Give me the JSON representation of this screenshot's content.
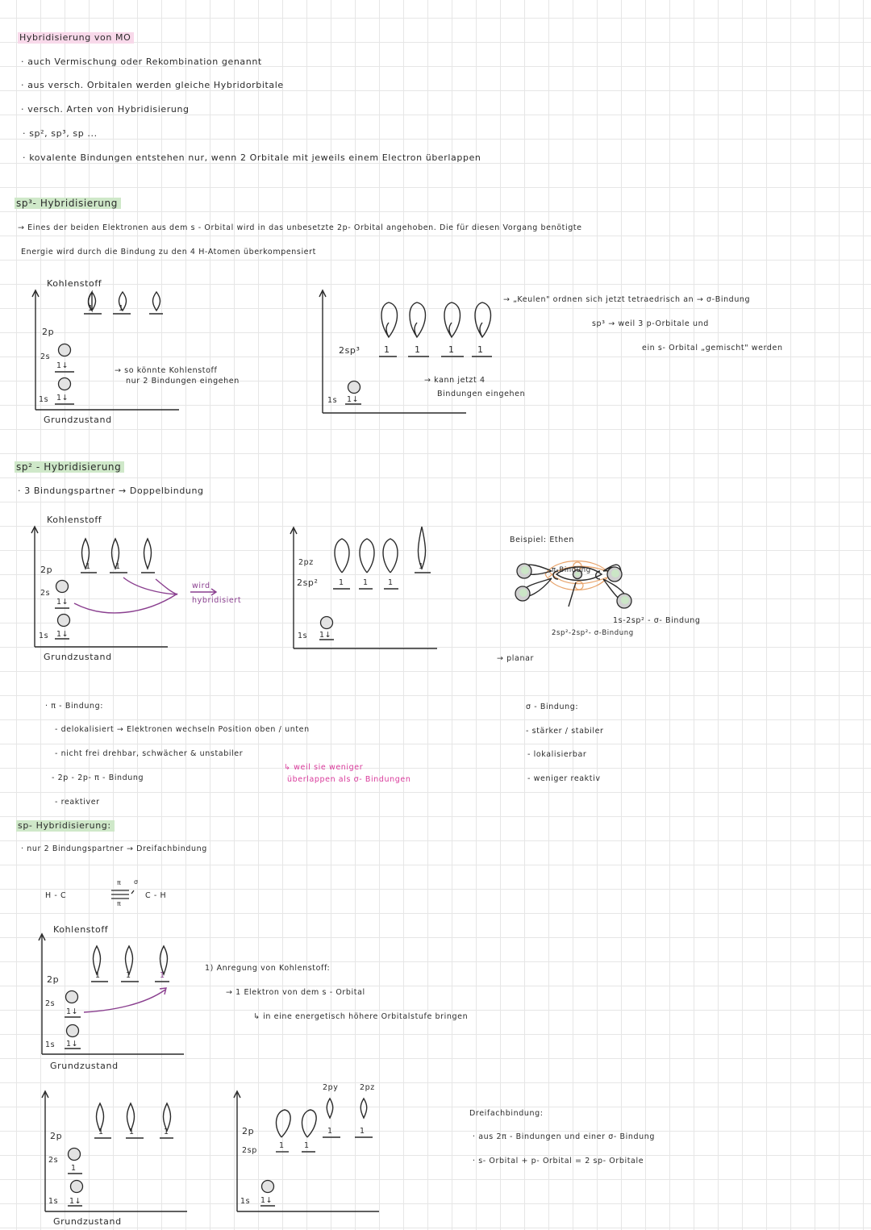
{
  "intro": {
    "title": "Hybridisierung von MO",
    "bullets": [
      "· auch Vermischung oder Rekombination   genannt",
      "· aus versch. Orbitalen werden   gleiche   Hybridorbitale",
      "· versch. Arten von  Hybridisierung",
      "· sp², sp³, sp ...",
      "· kovalente Bindungen entstehen nur, wenn  2 Orbitale  mit  jeweils  einem  Electron  überlappen"
    ]
  },
  "sp3": {
    "title": "sp³- Hybridisierung",
    "line1": "→ Eines der beiden Elektronen aus dem s - Orbital  wird in  das unbesetzte  2p- Orbital   angehoben. Die  für  diesen  Vorgang  benötigte",
    "line2": "Energie wird durch die  Bindung  zu  den  4  H-Atomen  überkompensiert",
    "diagram1": {
      "title": "Kohlenstoff",
      "label_2p": "2p",
      "label_2s": "2s",
      "label_1s": "1s",
      "p_electrons": [
        "1",
        "1",
        ""
      ],
      "s2": "1↓",
      "s1": "1↓",
      "caption": "Grundzustand",
      "note_line1": "→ so könnte  Kohlenstoff",
      "note_line2": "nur 2 Bindungen eingehen"
    },
    "diagram2": {
      "label_hybrid": "2sp³",
      "hybrid_electrons": [
        "1",
        "1",
        "1",
        "1"
      ],
      "label_1s": "1s",
      "s1": "1↓",
      "note_line1": "→ kann jetzt  4",
      "note_line2": "Bindungen eingehen"
    },
    "right_note1": "→ „Keulen\"  ordnen  sich  jetzt  tetraedrisch  an → σ-Bindung",
    "right_note2": "sp³ →   weil   3  p-Orbitale   und",
    "right_note3": "ein  s-  Orbital  „gemischt\"  werden"
  },
  "sp2": {
    "title": "sp² - Hybridisierung",
    "bullet": "· 3  Bindungspartner   →  Doppelbindung",
    "diagram1": {
      "title": "Kohlenstoff",
      "label_2p": "2p",
      "label_2s": "2s",
      "label_1s": "1s",
      "p_electrons": [
        "1",
        "1",
        ""
      ],
      "s2": "1↓",
      "s1": "1↓",
      "caption": "Grundzustand",
      "arrow_label1": "wird",
      "arrow_label2": "hybridisiert"
    },
    "diagram2": {
      "label_2pz": "2pz",
      "label_hybrid": "2sp²",
      "hybrid_electrons": [
        "1",
        "1",
        "1"
      ],
      "pz_electron": "1",
      "label_1s": "1s",
      "s1": "1↓"
    },
    "example": {
      "title": "Beispiel:  Ethen",
      "pi_label": "π-Bindung",
      "sigma_cc_label": "2sp²-2sp²- σ-Bindung",
      "sigma_ch_label": "1s-2sp² - σ- Bindung",
      "planar": "→  planar"
    },
    "pi_list": {
      "title": "· π - Bindung:",
      "items": [
        "- delokalisiert   →  Elektronen  wechseln  Position  oben / unten",
        "- nicht  frei  drehbar,  schwächer & unstabiler",
        "- 2p - 2p-  π - Bindung",
        "- reaktiver"
      ],
      "note_line1": "↳ weil  sie  weniger",
      "note_line2": "überlappen  als  σ- Bindungen"
    },
    "sigma_list": {
      "title": "σ - Bindung:",
      "items": [
        "-  stärker / stabiler",
        "-  lokalisierbar",
        "- weniger  reaktiv"
      ]
    }
  },
  "sp": {
    "title": "sp- Hybridisierung:",
    "bullet": "· nur  2  Bindungspartner →  Dreifachbindung",
    "formula": {
      "left": "H   -   C",
      "right": "C   -   H",
      "pi_top": "π",
      "pi_bottom": "π",
      "sigma": "σ"
    },
    "diagram1": {
      "title": "Kohlenstoff",
      "label_2p": "2p",
      "label_2s": "2s",
      "label_1s": "1s",
      "p_electrons": [
        "1",
        "1",
        "1"
      ],
      "s2": "1↓",
      "s1": "1↓"
    },
    "caption1": "Grundzustand",
    "excitation": {
      "step": "1)  Anregung   von   Kohlenstoff:",
      "line1": "→  1 Elektron   von  dem s - Orbital",
      "line2": "↳ in  eine  energetisch  höhere   Orbitalstufe   bringen"
    },
    "diagram2": {
      "label_2p": "2p",
      "label_2s": "2s",
      "label_1s": "1s",
      "p_electrons": [
        "1",
        "1",
        "1"
      ],
      "s2": "1",
      "s1": "1↓"
    },
    "caption2": "Grundzustand",
    "diagram3": {
      "label_2p": "2p",
      "label_hybrid": "2sp",
      "label_2py": "2py",
      "label_2pz": "2pz",
      "hybrid_electrons": [
        "1",
        "1"
      ],
      "p_electrons": [
        "1",
        "1"
      ],
      "label_1s": "1s",
      "s1": "1↓"
    },
    "triple": {
      "title": "Dreifachbindung:",
      "line1": "· aus   2π -  Bindungen und   einer  σ- Bindung",
      "line2": "·  s- Orbital   +   p- Orbital   =   2 sp- Orbitale"
    }
  },
  "colors": {
    "grid": "#e6e6e6",
    "title_highlight": "#f8d9ea",
    "section_highlight": "#cfe8c9",
    "arrow_purple": "#8a3f8f",
    "note_magenta": "#d93a9b",
    "ethen_orange": "#e8a36a"
  }
}
